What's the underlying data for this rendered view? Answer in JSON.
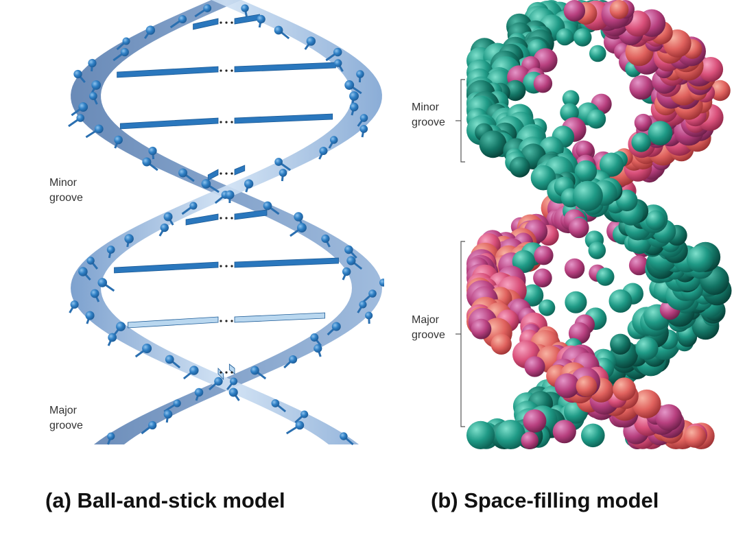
{
  "panel_a": {
    "caption": "(a) Ball-and-stick model",
    "minor_groove_label": [
      "Minor",
      "groove"
    ],
    "major_groove_label": [
      "Major",
      "groove"
    ]
  },
  "panel_b": {
    "caption": "(b) Space-filling model",
    "minor_groove_label": [
      "Minor",
      "groove"
    ],
    "major_groove_label": [
      "Major",
      "groove"
    ]
  },
  "colors": {
    "ribbon_light": "#c9ddf2",
    "ribbon_dark": "#5f87bc",
    "atom_blue": "#2f7fc4",
    "base_blue": "#2a77bd",
    "teal": "#1f9a86",
    "pink": "#d9507a",
    "magenta": "#b8407f",
    "coral": "#e0625e"
  }
}
